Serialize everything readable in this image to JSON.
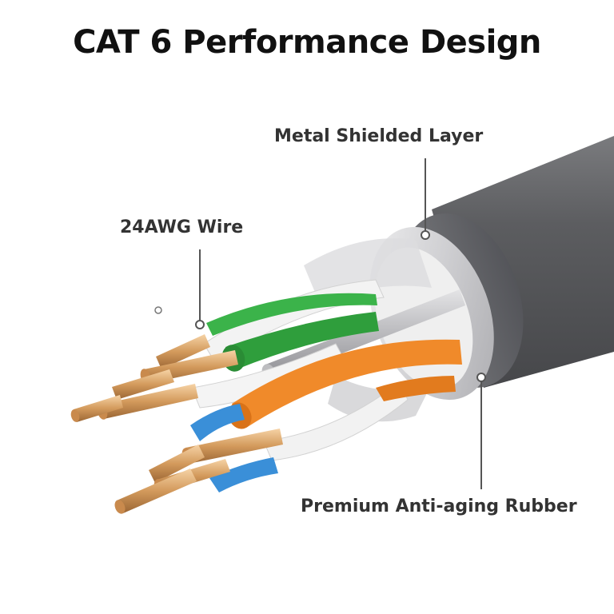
{
  "title": "CAT 6 Performance Design",
  "callouts": {
    "wire": "24AWG Wire",
    "shield": "Metal Shielded Layer",
    "rubber": "Premium Anti-aging Rubber"
  },
  "colors": {
    "jacket": "#5f6063",
    "shield": "#c9c9cc",
    "green": "#2fa83c",
    "orange": "#f08a2a",
    "blue": "#3a8fd8",
    "copper": "#d9a36a",
    "leader": "#555555"
  }
}
